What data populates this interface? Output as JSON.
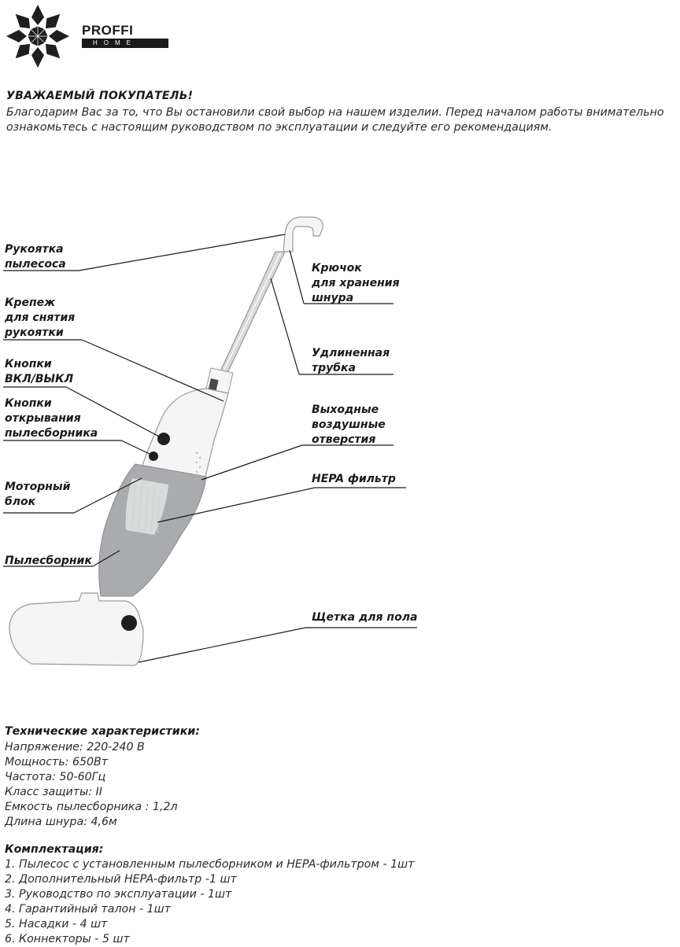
{
  "brand": {
    "name": "PROFFI",
    "sub": "HOME"
  },
  "intro": {
    "title": "УВАЖАЕМЫЙ  ПОКУПАТЕЛЬ!",
    "text": "Благодарим Вас за то, что Вы остановили свой выбор на нашем изделии. Перед началом работы внимательно ознакомьтесь с настоящим руководством по эксплуатации и следуйте его рекомендациям."
  },
  "labels": {
    "handle": [
      "Рукоятка",
      "пылесоса"
    ],
    "mount": [
      "Крепеж",
      "для снятия",
      "рукоятки"
    ],
    "power": [
      "Кнопки",
      "ВКЛ/ВЫКЛ"
    ],
    "open": [
      "Кнопки",
      "открывания",
      "пылесборника"
    ],
    "motor": [
      "Моторный",
      "блок"
    ],
    "bin": [
      "Пылесборник"
    ],
    "hook": [
      "Крючок",
      "для хранения",
      "шнура"
    ],
    "tube": [
      "Удлиненная",
      "трубка"
    ],
    "vents": [
      "Выходные",
      "воздушные",
      "отверстия"
    ],
    "hepa": [
      "HEPA фильтр"
    ],
    "brush": [
      "Щетка для пола"
    ]
  },
  "specs": {
    "title": "Технические характеристики:",
    "items": [
      "Напряжение: 220-240 В",
      "Мощность: 650Вт",
      "Частота: 50-60Гц",
      "Класс защиты: II",
      "Емкость пылесборника : 1,2л",
      "Длина шнура: 4,6м"
    ]
  },
  "kit": {
    "title": "Комплектация:",
    "items": [
      "1. Пылесос с установленным пылесборником и HEPA-фильтром - 1шт",
      "2. Дополнительный HEPA-фильтр -1 шт",
      "3. Руководство по эксплуатации - 1шт",
      "4. Гарантийный талон - 1шт",
      "5. Насадки - 4 шт",
      "6. Коннекторы - 5 шт"
    ]
  },
  "colors": {
    "ink": "#1a1a1a",
    "body_gray": "#a9abae",
    "white_shell": "#f7f7f7"
  }
}
